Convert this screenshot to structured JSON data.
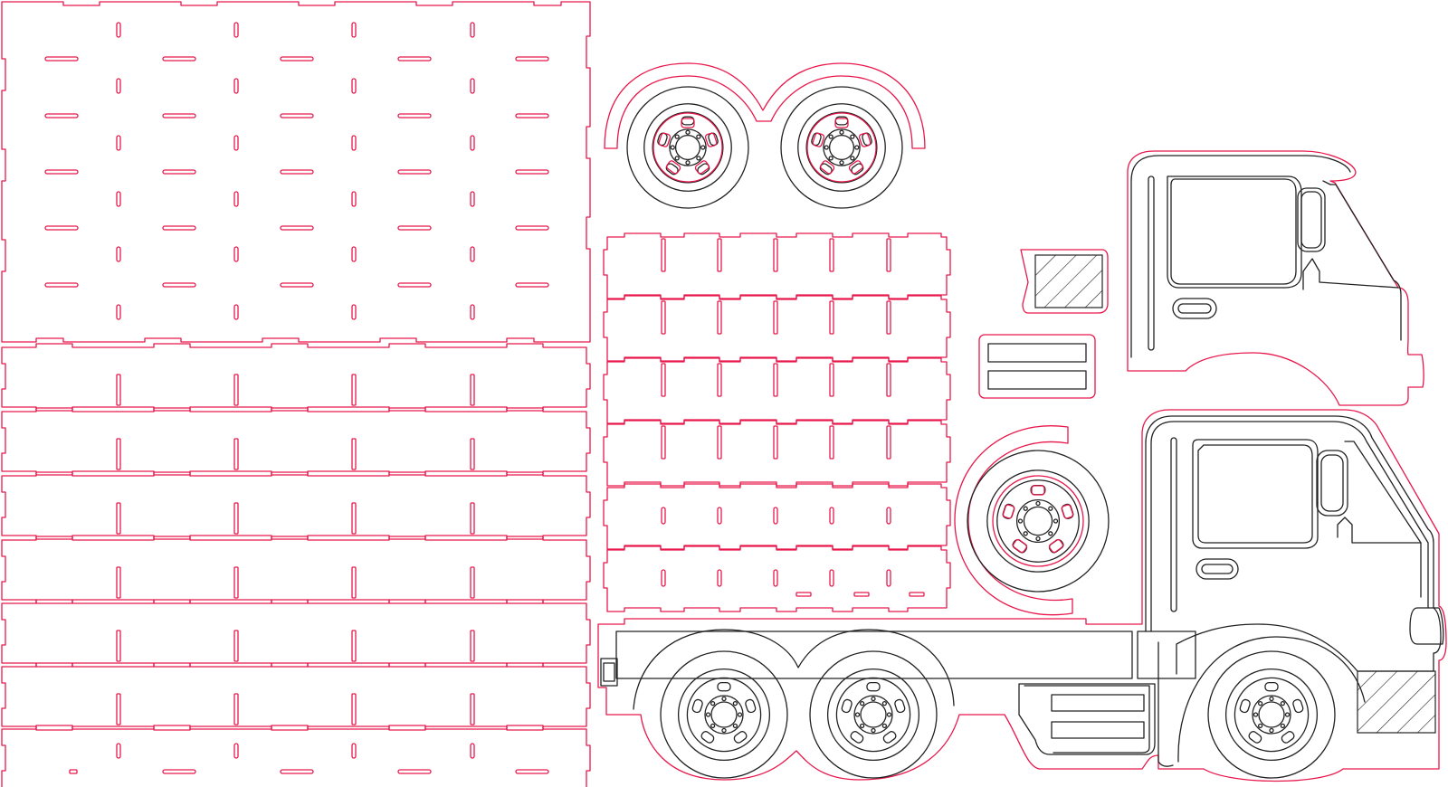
{
  "document": {
    "kind": "laser-cut template",
    "subject": "toy truck parts"
  },
  "colors": {
    "cut_line": "#e8174b",
    "engrave_line": "#222222",
    "background": "#ffffff"
  },
  "parts": {
    "base_plate": {
      "name": "base-plate",
      "slot_rows": 5,
      "slot_cols": 5
    },
    "left_strips": {
      "count": 7
    },
    "middle_strips": {
      "count": 6
    },
    "rear_wheel_pair": {
      "wheels": 2
    },
    "spare_wheel": {
      "wheels": 1
    },
    "cab_panel": {
      "name": "cab-panel"
    },
    "chassis_side": {
      "name": "chassis-side",
      "wheels": 3
    },
    "small_parts": [
      "grille-plate",
      "step-plate"
    ]
  }
}
